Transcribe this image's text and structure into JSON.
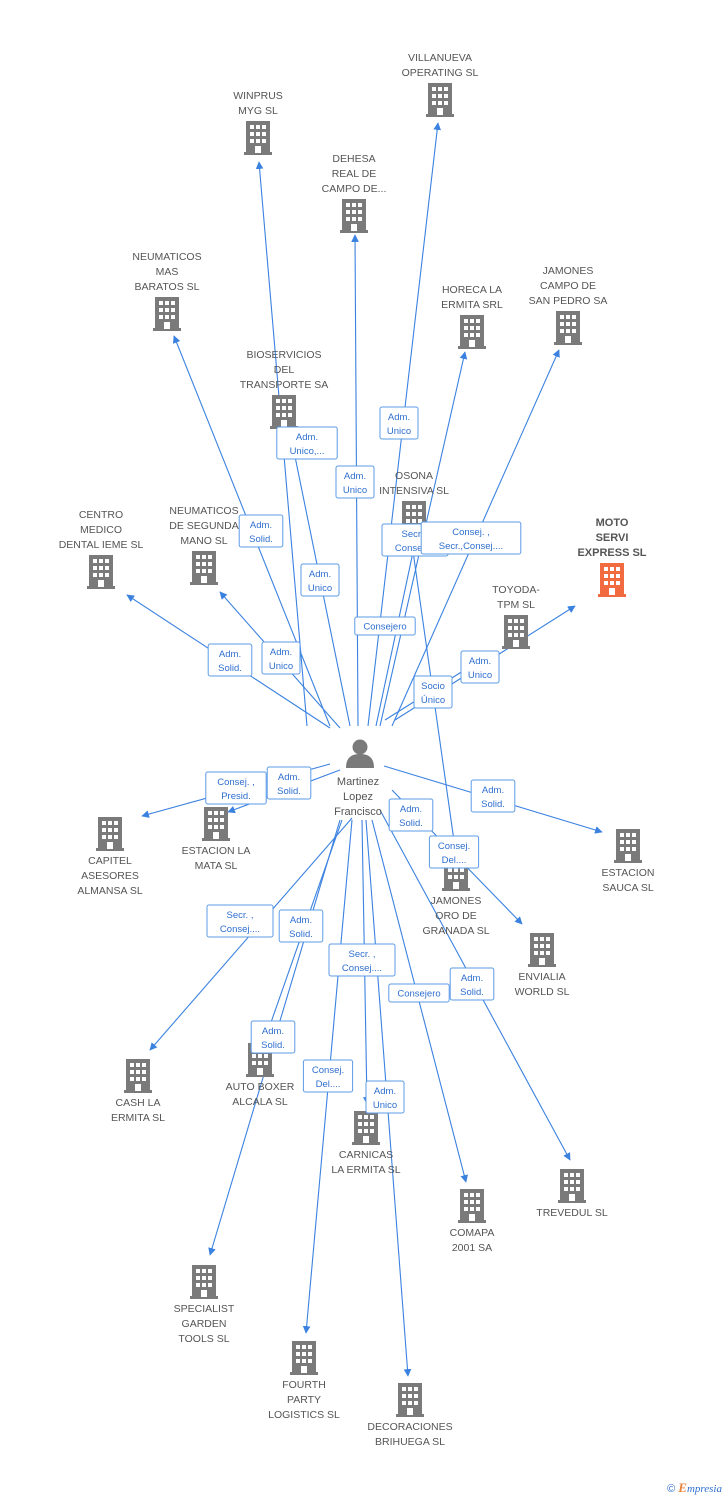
{
  "colors": {
    "edge": "#3b82e0",
    "building": "#7a7a7a",
    "highlight": "#f26a3f",
    "person": "#7a7a7a",
    "label_border": "#5b9be6"
  },
  "center": {
    "name_lines": [
      "Martinez",
      "Lopez",
      "Francisco"
    ],
    "icon": "person-icon"
  },
  "companies": [
    {
      "id": "villanueva",
      "lines": [
        "VILLANUEVA",
        "OPERATING  SL"
      ],
      "highlight": false
    },
    {
      "id": "winprus",
      "lines": [
        "WINPRUS",
        "MYG SL"
      ],
      "highlight": false
    },
    {
      "id": "dehesa",
      "lines": [
        "DEHESA",
        "REAL DE",
        "CAMPO DE..."
      ],
      "highlight": false
    },
    {
      "id": "neumaticos-mas",
      "lines": [
        "NEUMATICOS",
        "MAS",
        "BARATOS SL"
      ],
      "highlight": false
    },
    {
      "id": "horeca",
      "lines": [
        "HORECA LA",
        "ERMITA SRL"
      ],
      "highlight": false
    },
    {
      "id": "jamones-campo",
      "lines": [
        "JAMONES",
        "CAMPO DE",
        "SAN PEDRO SA"
      ],
      "highlight": false
    },
    {
      "id": "bioservicios",
      "lines": [
        "BIOSERVICIOS",
        "DEL",
        "TRANSPORTE SA"
      ],
      "highlight": false
    },
    {
      "id": "osona",
      "lines": [
        "OSONA",
        "INTENSIVA  SL"
      ],
      "highlight": false
    },
    {
      "id": "centro-medico",
      "lines": [
        "CENTRO",
        "MEDICO",
        "DENTAL IEME SL"
      ],
      "highlight": false
    },
    {
      "id": "neumaticos-segunda",
      "lines": [
        "NEUMATICOS",
        "DE SEGUNDA",
        "MANO SL"
      ],
      "highlight": false
    },
    {
      "id": "moto-servi",
      "lines": [
        "MOTO",
        "SERVI",
        "EXPRESS SL"
      ],
      "highlight": true
    },
    {
      "id": "toyoda",
      "lines": [
        "TOYODA-",
        "TPM SL"
      ],
      "highlight": false
    },
    {
      "id": "capitel",
      "lines": [
        "CAPITEL",
        "ASESORES",
        "ALMANSA SL"
      ],
      "highlight": false
    },
    {
      "id": "estacion-mata",
      "lines": [
        "ESTACION LA",
        "MATA SL"
      ],
      "highlight": false
    },
    {
      "id": "jamones-oro",
      "lines": [
        "JAMONES",
        "ORO DE",
        "GRANADA  SL"
      ],
      "highlight": false
    },
    {
      "id": "estacion-sauca",
      "lines": [
        "ESTACION",
        "SAUCA SL"
      ],
      "highlight": false
    },
    {
      "id": "envialia",
      "lines": [
        "ENVIALIA",
        "WORLD SL"
      ],
      "highlight": false
    },
    {
      "id": "cash-ermita",
      "lines": [
        "CASH LA",
        "ERMITA SL"
      ],
      "highlight": false
    },
    {
      "id": "auto-boxer",
      "lines": [
        "AUTO BOXER",
        "ALCALA SL"
      ],
      "highlight": false
    },
    {
      "id": "carnicas",
      "lines": [
        "CARNICAS",
        "LA ERMITA SL"
      ],
      "highlight": false
    },
    {
      "id": "trevedul",
      "lines": [
        "TREVEDUL SL"
      ],
      "highlight": false
    },
    {
      "id": "comapa",
      "lines": [
        "COMAPA",
        "2001 SA"
      ],
      "highlight": false
    },
    {
      "id": "specialist",
      "lines": [
        "SPECIALIST",
        "GARDEN",
        "TOOLS  SL"
      ],
      "highlight": false
    },
    {
      "id": "fourth-party",
      "lines": [
        "FOURTH",
        "PARTY",
        "LOGISTICS SL"
      ],
      "highlight": false
    },
    {
      "id": "decoraciones",
      "lines": [
        "DECORACIONES",
        "BRIHUEGA SL"
      ],
      "highlight": false
    }
  ],
  "edge_labels": [
    {
      "id": "el-villanueva",
      "lines": [
        "Adm.",
        "Unico"
      ]
    },
    {
      "id": "el-winprus",
      "lines": [
        "Adm.",
        "Unico,..."
      ]
    },
    {
      "id": "el-dehesa",
      "lines": [
        "Adm.",
        "Unico"
      ]
    },
    {
      "id": "el-neumaticos-mas",
      "lines": [
        "Adm.",
        "Solid."
      ]
    },
    {
      "id": "el-bioservicios",
      "lines": [
        "Adm.",
        "Unico"
      ]
    },
    {
      "id": "el-osona",
      "lines": [
        "Consejero"
      ]
    },
    {
      "id": "el-horeca",
      "lines": [
        "Secr. ,",
        "Consej...."
      ]
    },
    {
      "id": "el-jamones-campo",
      "lines": [
        "Consej. ,",
        "Secr.,Consej...."
      ]
    },
    {
      "id": "el-centro-medico",
      "lines": [
        "Adm.",
        "Solid."
      ]
    },
    {
      "id": "el-neumaticos-segunda",
      "lines": [
        "Adm.",
        "Unico"
      ]
    },
    {
      "id": "el-moto-servi",
      "lines": [
        "Adm.",
        "Unico"
      ]
    },
    {
      "id": "el-toyoda",
      "lines": [
        "Socio",
        "Único"
      ]
    },
    {
      "id": "el-capitel",
      "lines": [
        "Consej. ,",
        "Presid."
      ]
    },
    {
      "id": "el-estacion-mata",
      "lines": [
        "Adm.",
        "Solid."
      ]
    },
    {
      "id": "el-estacion-sauca",
      "lines": [
        "Adm.",
        "Solid."
      ]
    },
    {
      "id": "el-envialia",
      "lines": [
        "Adm.",
        "Solid."
      ]
    },
    {
      "id": "el-jamones-oro",
      "lines": [
        "Consej.",
        "Del...."
      ]
    },
    {
      "id": "el-cash-ermita",
      "lines": [
        "Secr. ,",
        "Consej...."
      ]
    },
    {
      "id": "el-specialist",
      "lines": [
        "Adm.",
        "Solid."
      ]
    },
    {
      "id": "el-auto-boxer",
      "lines": [
        "Adm.",
        "Solid."
      ]
    },
    {
      "id": "el-carnicas",
      "lines": [
        "Secr. ,",
        "Consej...."
      ]
    },
    {
      "id": "el-comapa",
      "lines": [
        "Consejero"
      ]
    },
    {
      "id": "el-trevedul",
      "lines": [
        "Adm.",
        "Solid."
      ]
    },
    {
      "id": "el-fourth-party",
      "lines": [
        "Consej.",
        "Del...."
      ]
    },
    {
      "id": "el-decoraciones",
      "lines": [
        "Adm.",
        "Unico"
      ]
    }
  ],
  "footer": {
    "copyright": "©",
    "brand_first": "E",
    "brand_rest": "mpresia"
  }
}
